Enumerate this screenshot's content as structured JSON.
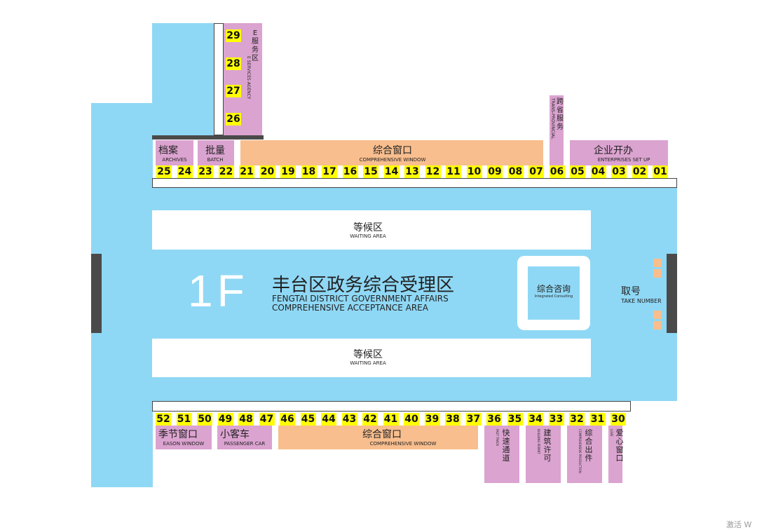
{
  "floor": "1F",
  "hall": {
    "title_zh": "丰台区政务综合受理区",
    "title_en_1": "FENGTAI DISTRICT GOVERNMENT AFFAIRS",
    "title_en_2": "COMPREHENSIVE ACCEPTANCE AREA"
  },
  "waiting_top": {
    "zh": "等候区",
    "en": "WAITING AREA"
  },
  "waiting_bottom": {
    "zh": "等候区",
    "en": "WAITING AREA"
  },
  "consulting": {
    "zh": "综合咨询",
    "en": "Integrated Consulting"
  },
  "take_number": {
    "zh": "取号",
    "en": "TAKE NUMBER"
  },
  "e_service": {
    "zh": "E服务区",
    "en": "E SERVICES AGENCY",
    "windows": [
      "29",
      "28",
      "27",
      "26"
    ]
  },
  "trans_provincial": {
    "zh": "跨省服务",
    "en": "TRANS-PROVINCIAL"
  },
  "top_zones": {
    "archives": {
      "zh": "档案",
      "en": "ARCHIVES"
    },
    "batch": {
      "zh": "批量",
      "en": "BATCH"
    },
    "comprehensive": {
      "zh": "综合窗口",
      "en": "COMPREHENSIVE WINDOW"
    },
    "enterprise": {
      "zh": "企业开办",
      "en": "ENTERPRISES SET UP"
    }
  },
  "top_windows": [
    "25",
    "24",
    "23",
    "22",
    "21",
    "20",
    "19",
    "18",
    "17",
    "16",
    "15",
    "14",
    "13",
    "12",
    "11",
    "10",
    "09",
    "08",
    "07",
    "06",
    "05",
    "04",
    "03",
    "02",
    "01"
  ],
  "bottom_windows": [
    "52",
    "51",
    "50",
    "49",
    "48",
    "47",
    "46",
    "45",
    "44",
    "43",
    "42",
    "41",
    "40",
    "39",
    "38",
    "37",
    "36",
    "35",
    "34",
    "33",
    "32",
    "31",
    "30"
  ],
  "bottom_zones": {
    "season": {
      "zh": "季节窗口",
      "en": "EASON WINDOW"
    },
    "passenger": {
      "zh": "小客车",
      "en": "PASSENGER CAR"
    },
    "comprehensive": {
      "zh": "综合窗口",
      "en": "COMPREHENSIVE WINDOW"
    },
    "fast": {
      "zh": "快速通道",
      "en": "FAST TRACK"
    },
    "building": {
      "zh": "建筑许可",
      "en": "BUILDING PERMIT"
    },
    "production": {
      "zh": "综合出件",
      "en": "COMPREHENSIVE PRODUCTION"
    },
    "love": {
      "zh": "爱心窗口",
      "en": "LOVE"
    }
  },
  "watermark": "激活 W"
}
